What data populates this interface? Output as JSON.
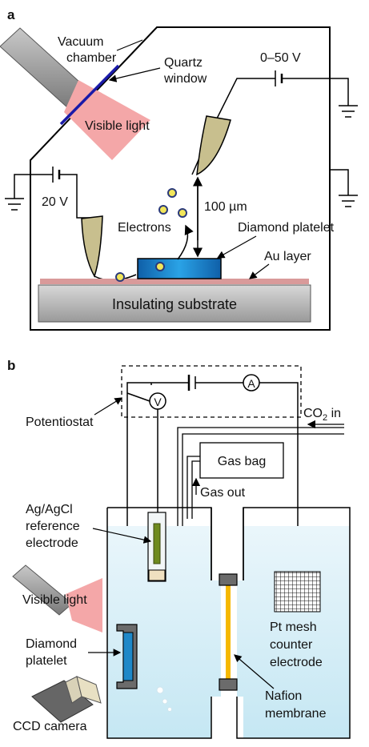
{
  "panel_a": {
    "panel_label": "a",
    "vacuum_chamber": [
      "Vacuum",
      "chamber"
    ],
    "quartz_window": [
      "Quartz",
      "window"
    ],
    "voltage_top": "0–50 V",
    "visible_light": "Visible light",
    "voltage_left": "20 V",
    "distance": "100 µm",
    "electrons": "Electrons",
    "diamond_platelet": "Diamond platelet",
    "au_layer": "Au layer",
    "substrate": "Insulating substrate"
  },
  "panel_b": {
    "panel_label": "b",
    "potentiostat": "Potentiostat",
    "voltmeter": "V",
    "ammeter": "A",
    "co2_in_prefix": "CO",
    "co2_in_sub": "2",
    "co2_in_suffix": " in",
    "gas_bag": "Gas bag",
    "gas_out": "Gas out",
    "reference_electrode": [
      "Ag/AgCl",
      "reference",
      "electrode"
    ],
    "visible_light": "Visible light",
    "diamond_platelet": [
      "Diamond",
      "platelet"
    ],
    "ccd_camera": "CCD camera",
    "pt_mesh": [
      "Pt mesh",
      "counter",
      "electrode"
    ],
    "nafion": [
      "Nafion",
      "membrane"
    ]
  },
  "colors": {
    "light_beam": "#f4a7a8",
    "quartz": "#1a1aa8",
    "diamond": "#1e88c8",
    "au_layer": "#d99a9a",
    "electron": "#f2e65a",
    "probe": "#c8bf8e",
    "water": "#dff1f8",
    "membrane": "#f5b800"
  }
}
